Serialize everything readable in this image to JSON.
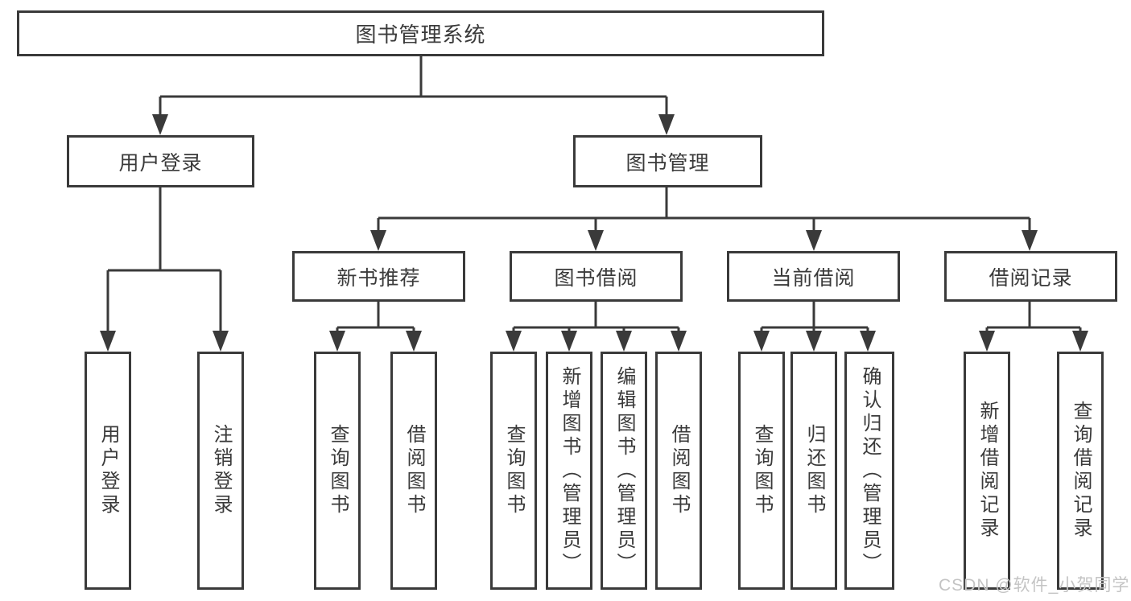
{
  "nodes": {
    "root": "图书管理系统",
    "level2": [
      "用户登录",
      "图书管理"
    ],
    "level3": [
      "新书推荐",
      "图书借阅",
      "当前借阅",
      "借阅记录"
    ],
    "leaves": [
      "用户登录",
      "注销登录",
      "查询图书",
      "借阅图书",
      "查询图书",
      "新增图书（管理员）",
      "编辑图书（管理员）",
      "借阅图书",
      "查询图书",
      "归还图书",
      "确认归还（管理员）",
      "新增借阅记录",
      "查询借阅记录"
    ]
  },
  "watermark": "CSDN @软件_小贺同学",
  "colors": {
    "line": "#3a3a3a",
    "text": "#3a3a3a",
    "background": "#ffffff",
    "watermark": "#c4c4c4"
  }
}
